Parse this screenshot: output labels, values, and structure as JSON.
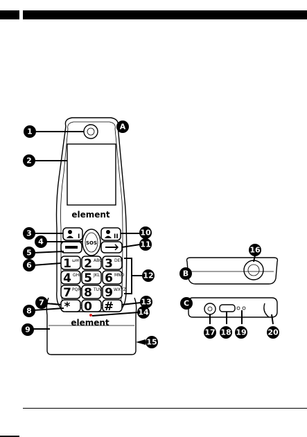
{
  "brand": {
    "handset": "element",
    "base": "element"
  },
  "keys": {
    "k1": "1",
    "k1sub": "ω✉",
    "k2": "2",
    "k2sub": "ABC",
    "k3": "3",
    "k3sub": "DEF",
    "k4": "4",
    "k4sub": "GHI",
    "k5": "5",
    "k5sub": "JKL",
    "k6": "6",
    "k6sub": "MNO",
    "k7": "7",
    "k7sub": "PQRS",
    "k8": "8",
    "k8sub": "TUV",
    "k9": "9",
    "k9sub": "WXYZ",
    "star": "*",
    "zero": "0",
    "hash": "#",
    "sos": "SOS",
    "m1": "I",
    "m2": "II"
  },
  "callouts": {
    "c1": "1",
    "c2": "2",
    "c3": "3",
    "c4": "4",
    "c5": "5",
    "c6": "6",
    "c7": "7",
    "c8": "8",
    "c9": "9",
    "c10": "10",
    "c11": "11",
    "c12": "12",
    "c13": "13",
    "c14": "14",
    "c15": "15",
    "c16": "16",
    "c17": "17",
    "c18": "18",
    "c19": "19",
    "c20": "20",
    "cA": "A",
    "cB": "B",
    "cC": "C"
  }
}
